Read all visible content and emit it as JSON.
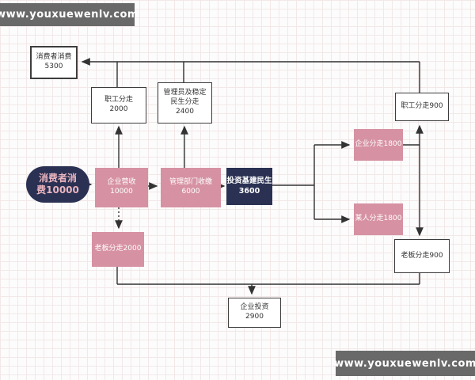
{
  "watermark": {
    "url": "www.youxuewenlv.com"
  },
  "colors": {
    "pink": "#d692a3",
    "navy": "#2a3153",
    "line": "#333333",
    "watermark_bg": "#696969"
  },
  "nodes": {
    "consumer_spend": {
      "line1": "消费者消费",
      "line2": "5300"
    },
    "staff_2000": {
      "line1": "职工分走",
      "line2": "2000"
    },
    "admin_2400": {
      "line1": "管理员及稳定",
      "line2": "民生分走",
      "line3": "2400"
    },
    "staff_900": {
      "label": "职工分走900"
    },
    "consumer_total": {
      "line1": "消费者消",
      "line2": "费10000"
    },
    "revenue": {
      "line1": "企业营收",
      "line2": "10000"
    },
    "gov": {
      "line1": "管理部门收缴",
      "line2": "6000"
    },
    "invest_infra": {
      "line1": "投资基建民生",
      "line2": "3600"
    },
    "enterprise_1800": {
      "label": "企业分走1800"
    },
    "someone_1800": {
      "label": "某人分走1800"
    },
    "boss_900": {
      "label": "老板分走900"
    },
    "boss_2000": {
      "label": "老板分走2000"
    },
    "enterprise_invest": {
      "line1": "企业投资",
      "line2": "2900"
    }
  }
}
